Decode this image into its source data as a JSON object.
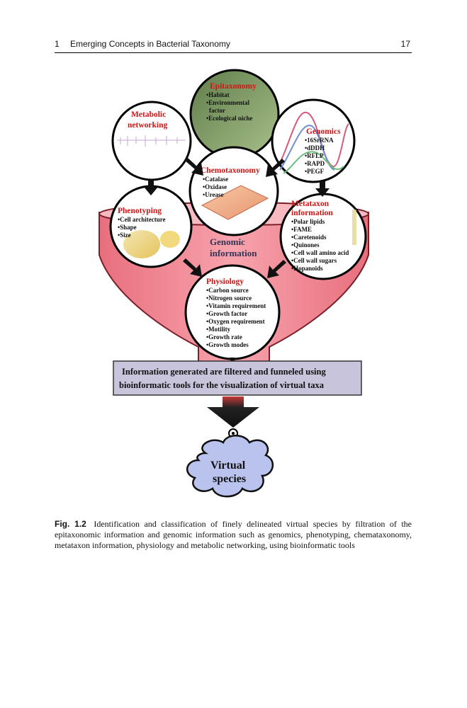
{
  "header": {
    "chapter_number": "1",
    "chapter_title": "Emerging Concepts in Bacterial Taxonomy",
    "page_number": "17"
  },
  "figure": {
    "center_label": [
      "Genomic",
      "information"
    ],
    "circles": {
      "epitaxonomy": {
        "title": "Epitaxonomy",
        "items": [
          "•Habitat",
          "•Environmental",
          "factor",
          "•Ecological niche"
        ]
      },
      "metabolic": {
        "title": [
          "Metabolic",
          "networking"
        ]
      },
      "genomics": {
        "title": "Genomics",
        "items": [
          "•16SrRNA",
          "•dDDH",
          "•RFLP",
          "•RAPD",
          "•PEGF"
        ]
      },
      "chemotaxonomy": {
        "title": "Chemotaxonomy",
        "items": [
          "•Catalase",
          "•Oxidase",
          "•Urease"
        ]
      },
      "phenotyping": {
        "title": "Phenotyping",
        "items": [
          "•Cell architecture",
          "•Shape",
          "•Size"
        ]
      },
      "metataxon": {
        "title": [
          "Metataxon",
          "information"
        ],
        "items": [
          "•Polar lipids",
          "•FAME",
          "•Caretenoids",
          "•Quinones",
          "•Cell wall amino acid",
          "•Cell wall sugars",
          "•Hopanoids"
        ]
      },
      "physiology": {
        "title": "Physiology",
        "items": [
          "•Carbon source",
          "•Nitrogen source",
          "•Vitamin requirement",
          "•Growth factor",
          "•Oxygen requirement",
          "•Motility",
          "•Growth rate",
          "•Growth modes"
        ]
      }
    },
    "filter_box": [
      "Information generated are filtered and funneled using",
      "bioinformatic tools for the visualization of virtual taxa"
    ],
    "cloud_label": [
      "Virtual",
      "species"
    ]
  },
  "caption": {
    "label": "Fig. 1.2",
    "text": "Identification and classification of finely delineated virtual species by filtration of the epitaxonomic information and genomic information such as genomics, phenotyping, chemataxonomy, metataxon information, physiology and metabolic networking, using bioinformatic tools"
  },
  "colors": {
    "funnel": "#f28b97",
    "title_red": "#d21414",
    "filter_box": "#c7c4dc",
    "arrow": "#111111"
  }
}
